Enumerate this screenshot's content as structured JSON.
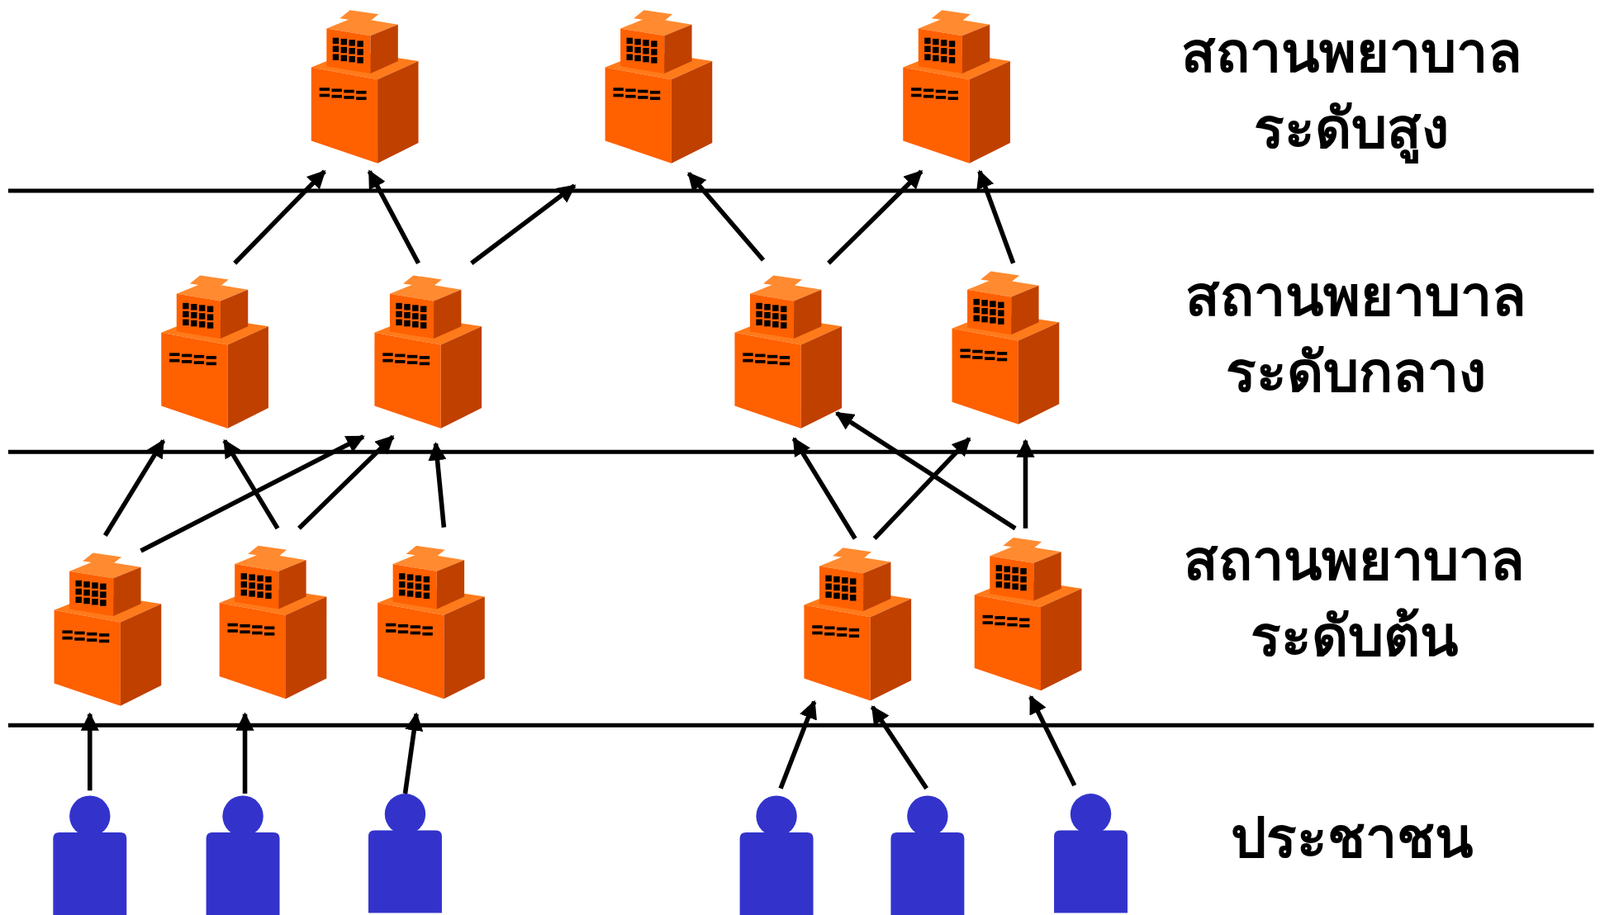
{
  "diagram": {
    "labels": [
      "สถานพยาบาล ระดับสูง",
      "สถานพยาบาล ระดับกลาง",
      "สถานพยาบาล ระดับต้น",
      "ประชาชน"
    ]
  }
}
